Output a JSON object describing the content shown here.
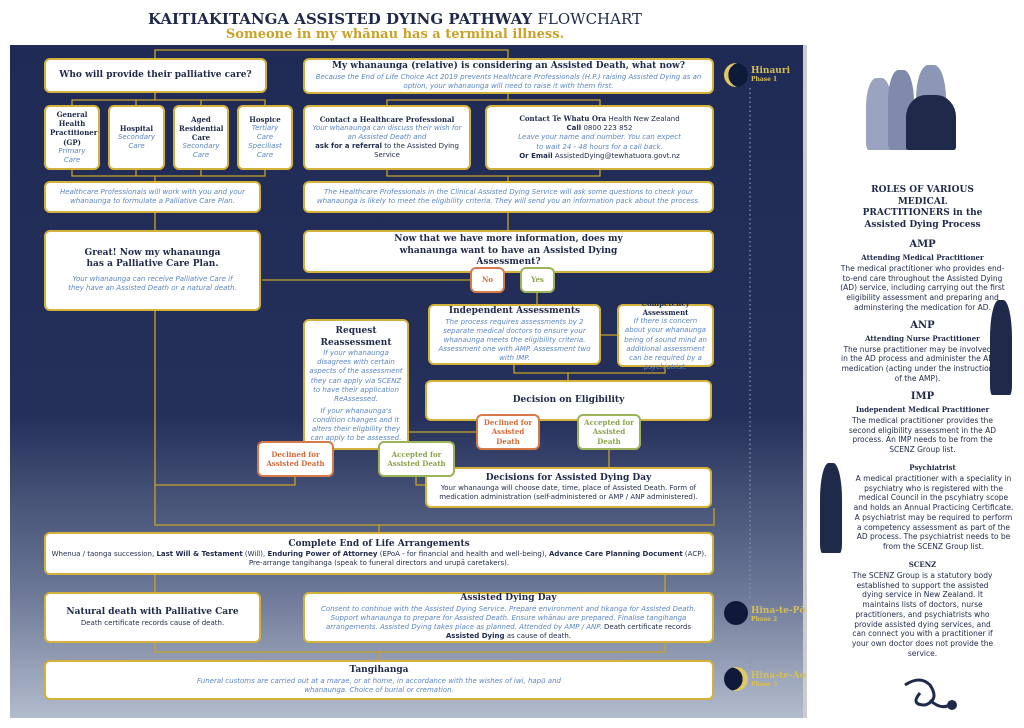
{
  "header": {
    "title_bold": "KAITIAKITANGA ASSISTED DYING PATHWAY",
    "title_light": "FLOWCHART",
    "subtitle": "Someone in my whānau has a terminal illness."
  },
  "colors": {
    "gold": "#d4b13a",
    "navy": "#1f2a4a",
    "declined": "#d26a37",
    "accepted": "#8ba24a",
    "italic": "#5b86c2"
  },
  "phases": [
    {
      "name": "Hinauri",
      "label": "Phase 1",
      "icon": "waxing-moon-icon"
    },
    {
      "name": "Hina-te-Pō",
      "label": "Phase 2",
      "icon": "new-moon-icon"
    },
    {
      "name": "Hina-te-Ao",
      "label": "Phase 3",
      "icon": "waning-moon-icon"
    }
  ],
  "flow": {
    "palliative_q": "Who will provide their palliative care?",
    "providers": [
      {
        "name": "General Health Practitioner (GP)",
        "type": "Primary Care"
      },
      {
        "name": "Hospital",
        "type": "Secondary Care"
      },
      {
        "name": "Aged Residential Care",
        "type": "Secondary Care"
      },
      {
        "name": "Hospice",
        "type": "Tertiary Care Speciliast Care"
      }
    ],
    "hp_work": "Healthcare Professionals will work with you and your whanaunga to formulate a Palliative Care Plan.",
    "great_title": "Great! Now my whanaunga has a Palliative Care Plan.",
    "great_text": "Your whanaunga can receive Palliative Care if they have an Assisted Death or a natural death.",
    "considering_title": "My whanaunga (relative) is considering an Assisted Death, what now?",
    "considering_text": "Because the End of Life Choice Act 2019 prevents Healthcare Professionals (H.P.) raising Assisted Dying as an option, your whanaunga will need to raise it with them first.",
    "contact_hp_title": "Contact a Healthcare Professional",
    "contact_hp_text": "Your whanaunga can discuss their wish for an Assisted Death and",
    "contact_hp_bold": "ask for a referral",
    "contact_hp_end": "to the Assisted Dying Service",
    "contact_two_title": "Contact Te Whatu Ora",
    "contact_two_org": "Health New Zealand",
    "call_label": "Call",
    "call_number": "0800 223 852",
    "leave_text": "Leave your name and number. You can expect to wait 24 - 48 hours for a call back.",
    "email_label": "Or Email",
    "email": "AssistedDying@tewhatuora.govt.nz",
    "clinical_text": "The Healthcare Professionals in the Clinical Assisted Dying Service will ask some questions to check your whanaunga is likely to meet the eligibility criteria. They will send you an information pack about the process.",
    "now_title": "Now that we have more information, does my whanaunga want to have an Assisted Dying Assessment?",
    "no": "No",
    "yes": "Yes",
    "indep_title": "Independent Assessments",
    "indep_text": "The process requires assessments by 2 separate medical doctors to ensure your whanaunga meets the eligibility criteria. Assessment one with AMP. Assessment two with IMP.",
    "comp_title": "Competency Assessment",
    "comp_text": "If there is concern about your whanaunga being of sound mind an additional assessment can be required by a psychiatrist.",
    "reassess_title": "Request Reassessment",
    "reassess_text1": "If your whanaunga disagrees with certain aspects of the assessment they can apply via SCENZ to have their application ReAssessed.",
    "reassess_text2": "If your whanaunga's condition changes and it alters their eligbility they can apply to be assessed.",
    "elig_title": "Decision on Eligibility",
    "declined": "Declined for Assisted Death",
    "accepted": "Accepted for Assisted Death",
    "day_decisions_title": "Decisions for Assisted Dying Day",
    "day_decisions_text": "Your whanaunga will choose date, time, place of Assisted Death. Form of medication administration (self-administered or AMP / ANP administered).",
    "complete_title": "Complete End of Life Arrangements",
    "complete_1": "Whenua / taonga succession,",
    "complete_b1": "Last Will & Testament",
    "complete_2": "(Will),",
    "complete_b2": "Enduring Power of Attorney",
    "complete_3": "(EPoA - for financial and health and well-being),",
    "complete_b3": "Advance Care Planning Document",
    "complete_4": "(ACP).",
    "complete_5": "Pre-arrange tangihanga (speak to funeral directors and urupā caretakers).",
    "natural_title": "Natural death with Palliative Care",
    "natural_text": "Death certificate records cause of death.",
    "ad_day_title": "Assisted Dying Day",
    "ad_day_text": "Consent to continue with the Assisted Dying Service. Prepare environment and tikanga for Assisted Death. Support whanaunga to prepare for Assisted Death. Ensure whānau are prepared. Finalise tangihanga arrangements. Assisted Dying takes place as planned. Attended by AMP / ANP.",
    "ad_day_end1": "Death certificate records",
    "ad_day_bold": "Assisted Dying",
    "ad_day_end2": "as cause of death.",
    "tangi_title": "Tangihanga",
    "tangi_text": "Funeral customs are carried out at a marae, or at home, in accordance with the  wishes of iwi, hapū and whanaunga. Choice of burial or cremation."
  },
  "sidebar": {
    "title": "ROLES OF VARIOUS MEDICAL PRACTITIONERS in the Assisted Dying Process",
    "roles": [
      {
        "abbr": "AMP",
        "name": "Attending Medical Practitioner",
        "text": "The medical practitioner who provides end-to-end care throughout the Assisted Dying (AD) service, including carrying out the first eligibility assessment and preparing and adminstering the medication for AD."
      },
      {
        "abbr": "ANP",
        "name": "Attending Nurse Practitioner",
        "text": "The nurse practitioner may be involved in the AD process and administer the AD medication (acting under the instruction of the AMP)."
      },
      {
        "abbr": "IMP",
        "name": "Independent Medical Practitioner",
        "text": "The medical practitioner provides the second eligibility assessment in the AD process. An IMP needs to be from the SCENZ Group list."
      },
      {
        "abbr": "",
        "name": "Psychiatrist",
        "text": "A medical practitioner with a speciality in psychiatry who is registered with the medical Council in the pscyhiatry scope and holds an Annual Practicing Certificate. A psychiatrist may be required to perform a competency assessment as part of the AD process. The psychiatrist needs to be from the SCENZ Group list."
      },
      {
        "abbr": "",
        "name": "SCENZ",
        "text": "The SCENZ Group is a statutory body established to support the assisted dying service in New Zealand. It maintains lists of doctors, nurse practitioners, and psychiatrists who provide assisted dying services, and can connect you with a practitioner if your own doctor does not provide the service."
      }
    ]
  }
}
